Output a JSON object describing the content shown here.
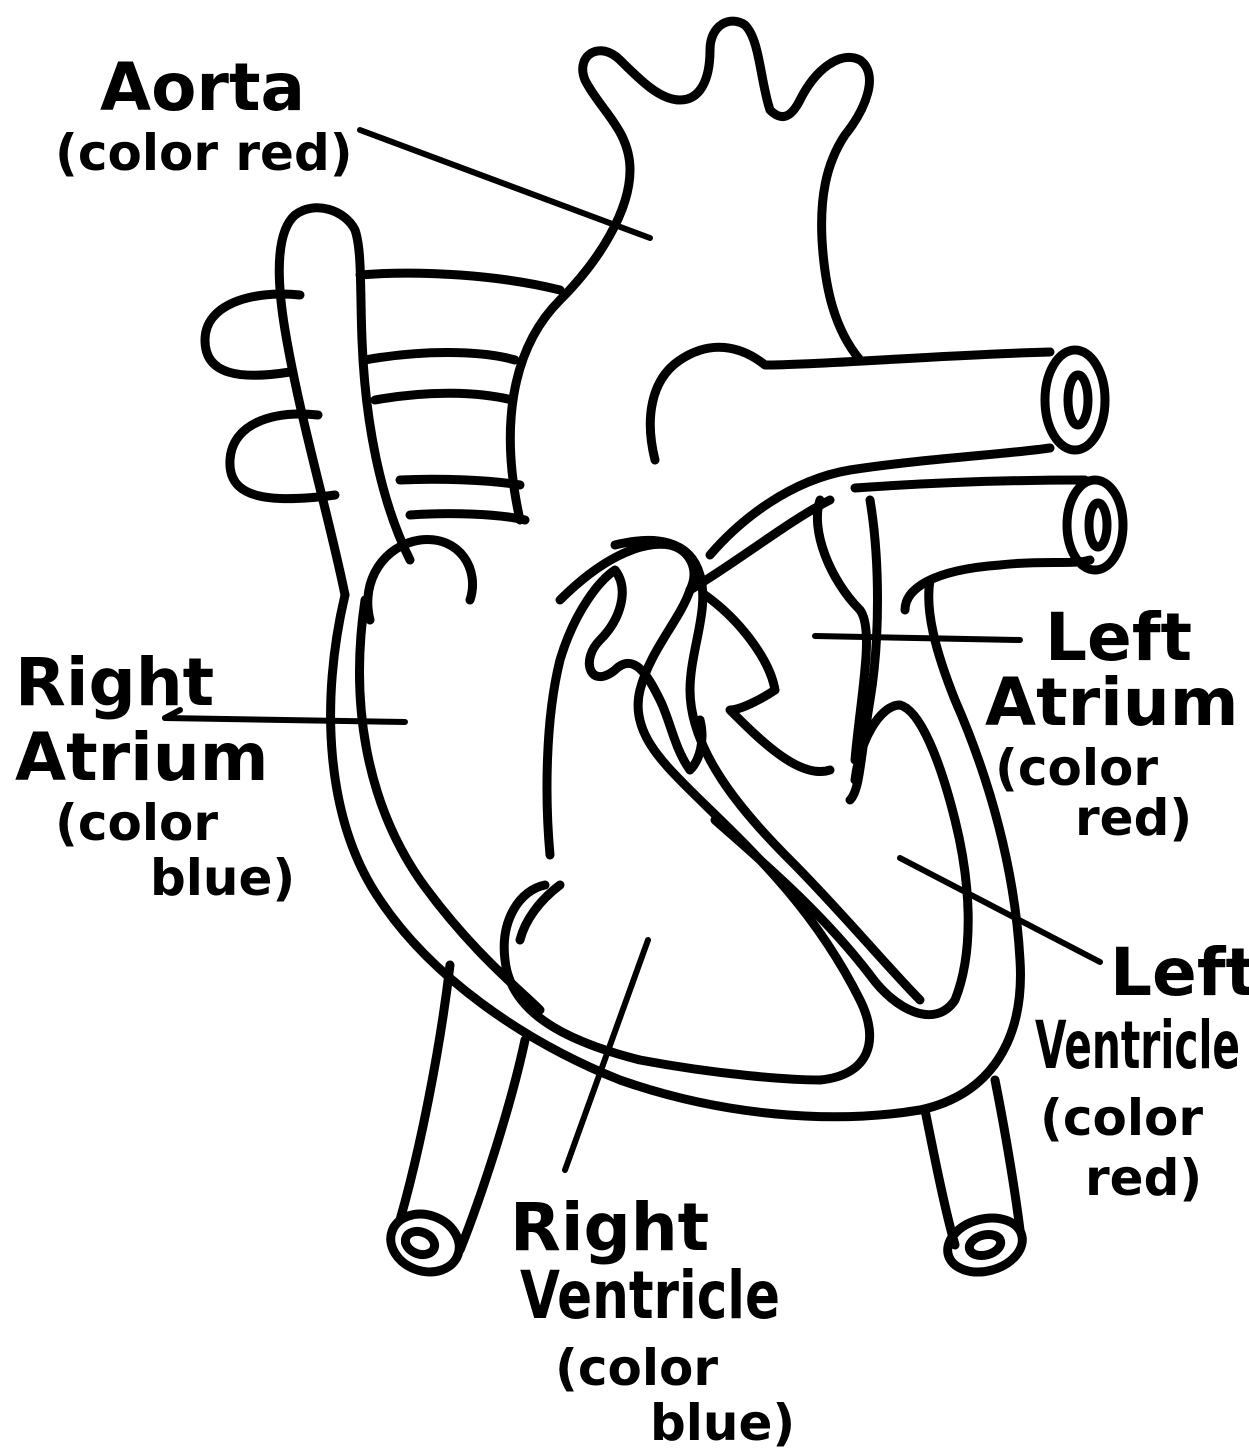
{
  "colors": {
    "ink": "#000000",
    "paper": "#ffffff"
  },
  "labels": {
    "aorta": {
      "name": "Aorta",
      "note": "(color red)"
    },
    "right_atrium": {
      "name_1": "Right",
      "name_2": "Atrium",
      "note_1": "(color",
      "note_2": "blue)"
    },
    "left_atrium": {
      "name_1": "Left",
      "name_2": "Atrium",
      "note_1": "(color",
      "note_2": "red)"
    },
    "left_ventricle": {
      "name_1": "Left",
      "name_2": "Ventricle",
      "note_1": "(color",
      "note_2": "red)"
    },
    "right_ventricle": {
      "name_1": "Right",
      "name_2": "Ventricle",
      "note_1": "(color",
      "note_2": "blue)"
    }
  }
}
